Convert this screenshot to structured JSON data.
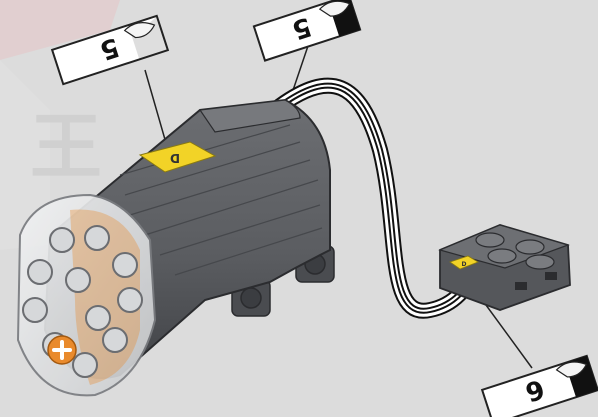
{
  "colors": {
    "background": "#dcdcdc",
    "motor_body": "#5e6064",
    "motor_dark": "#3d3f43",
    "clear_end": "#e7e9eb",
    "orange": "#e98a2c",
    "tag_yellow": "#f2d327",
    "cable_white": "#ffffff",
    "cable_black": "#1a1a1a",
    "watermark": "#e8c9cb"
  },
  "watermark": {
    "glyph": "王"
  },
  "motor": {
    "tag_label": "D"
  },
  "receiver": {
    "tag_label": "D"
  },
  "callouts": [
    {
      "id": "motor",
      "number": "5"
    },
    {
      "id": "cable",
      "number": "5"
    },
    {
      "id": "receiver",
      "number": "6"
    }
  ]
}
